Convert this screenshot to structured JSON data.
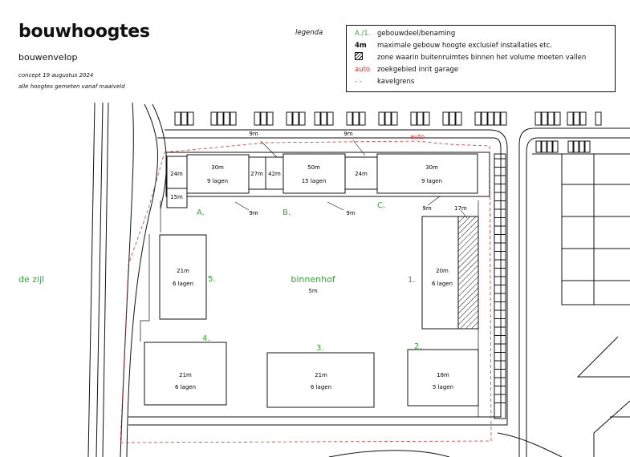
{
  "header": {
    "title": "bouwhoogtes",
    "subtitle": "bouwenvelop",
    "note_date": "concept 19 augustus 2024",
    "note_height": "alle hoogtes gemeten vanaf maaiveld"
  },
  "legend": {
    "label": "legenda",
    "items": [
      {
        "key": "A./1.",
        "text": "gebouwdeel/benaming",
        "key_color": "#3aa53a"
      },
      {
        "key": "4m",
        "text": "maximale gebouw hoogte exclusief installaties etc.",
        "key_color": "#111111"
      },
      {
        "key": "",
        "text": "zone waarin buitenruimtes binnen het volume moeten vallen",
        "key_color": "#111111"
      },
      {
        "key": "auto",
        "text": "zoekgebied inrit garage",
        "key_color": "#e03030"
      },
      {
        "key": "- -",
        "text": "kavelgrens",
        "key_color": "#e03030"
      }
    ]
  },
  "colors": {
    "label_green": "#3aa53a",
    "boundary_red": "#e03030",
    "line": "#111111"
  },
  "site": {
    "street_label": "de zijl",
    "courtyard_label": "binnenhof",
    "courtyard_height": "5m",
    "garage_label": "auto"
  },
  "block_labels": [
    "A.",
    "B.",
    "C.",
    "1.",
    "2.",
    "3.",
    "4.",
    "5."
  ],
  "volumes": [
    {
      "h": "24m"
    },
    {
      "h": "15m"
    },
    {
      "h": "30m",
      "floors": "9 lagen"
    },
    {
      "h": "27m"
    },
    {
      "h": "42m"
    },
    {
      "h": "50m",
      "floors": "15 lagen"
    },
    {
      "h": "24m"
    },
    {
      "h": "30m",
      "floors": "9 lagen"
    },
    {
      "h": "20m",
      "floors": "6 lagen"
    },
    {
      "h": "21m",
      "floors": "6 lagen"
    },
    {
      "h": "21m",
      "floors": "6 lagen"
    },
    {
      "h": "21m",
      "floors": "6 lagen"
    },
    {
      "h": "18m",
      "floors": "5 lagen"
    }
  ],
  "plinth_heights": [
    "9m",
    "9m",
    "9m",
    "9m",
    "9m",
    "17m"
  ]
}
